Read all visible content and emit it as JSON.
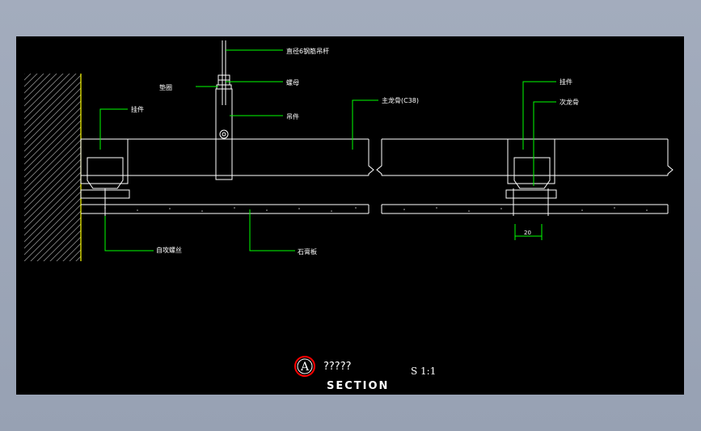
{
  "labels": {
    "rod_label": "直径6钢筋吊杆",
    "washer_label": "垫圈",
    "nut_label": "螺母",
    "hanger_label": "吊件",
    "main_keel_label": "主龙骨(C38)",
    "hook_left_label": "挂件",
    "hook_right_label": "挂件",
    "secondary_keel_label": "次龙骨",
    "screw_label": "自攻螺丝",
    "board_label": "石膏板",
    "dim_label": "20"
  },
  "title_block": {
    "circle_letter": "A",
    "title_text": "?????",
    "section_text": "SECTION",
    "scale_text": "S 1:1"
  },
  "colors": {
    "background": "#000000",
    "frame": "#9aa3b4",
    "geometry": "#ffffff",
    "leader": "#00ff00",
    "circle": "#ff0000"
  }
}
